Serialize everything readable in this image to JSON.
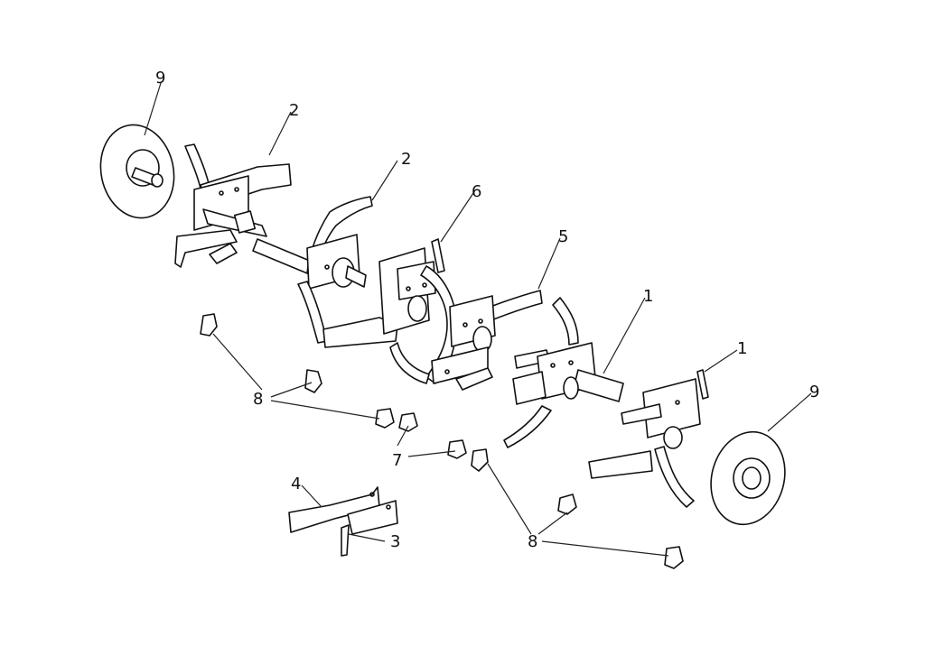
{
  "callouts": {
    "left_disc": "9",
    "right_disc": "9",
    "blade_2a": "2",
    "blade_2b": "2",
    "part_6": "6",
    "part_5": "5",
    "part_1a": "1",
    "part_1b": "1",
    "group_8_top": "8",
    "group_8_bottom": "8",
    "group_7": "7",
    "part_4": "4",
    "part_3": "3"
  }
}
